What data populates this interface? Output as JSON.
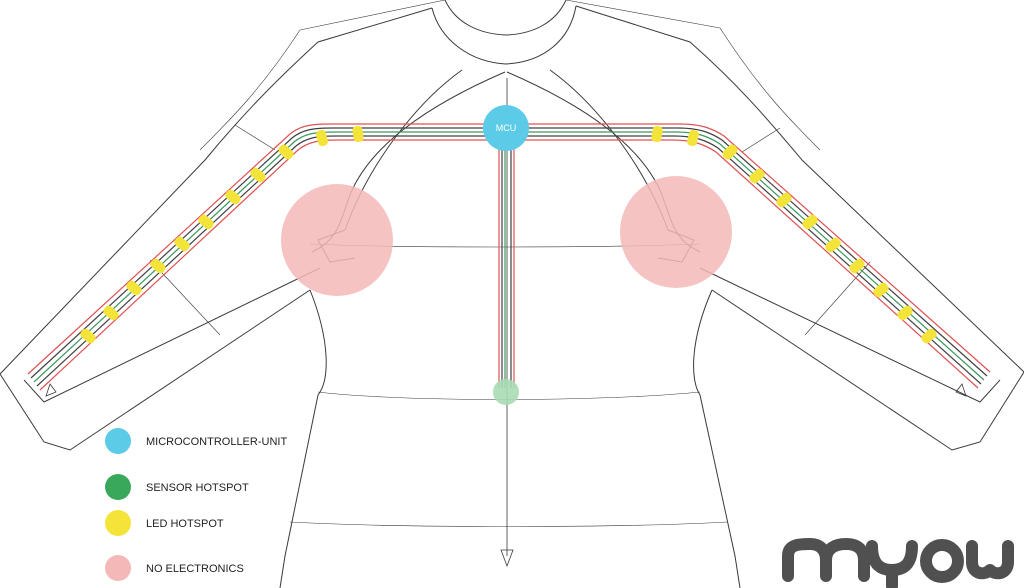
{
  "diagram": {
    "mcu_label": "MCU",
    "logo_text": "myow",
    "colors": {
      "mcu": "#5ccbe8",
      "sensor": "#3aa85a",
      "sensor_light": "#a8dcb4",
      "led": "#f4e43a",
      "no_electronics": "#f4b8b8",
      "outline": "#3a3a3a",
      "wire_red": "#e05050",
      "wire_green": "#3a9a5a",
      "wire_dark": "#404040",
      "logo": "#505050"
    }
  },
  "legend": {
    "items": [
      {
        "key": "mcu",
        "label": "MICROCONTROLLER-UNIT"
      },
      {
        "key": "sensor",
        "label": "SENSOR HOTSPOT"
      },
      {
        "key": "led",
        "label": "LED HOTSPOT"
      },
      {
        "key": "no_electronics",
        "label": "NO ELECTRONICS"
      }
    ]
  }
}
